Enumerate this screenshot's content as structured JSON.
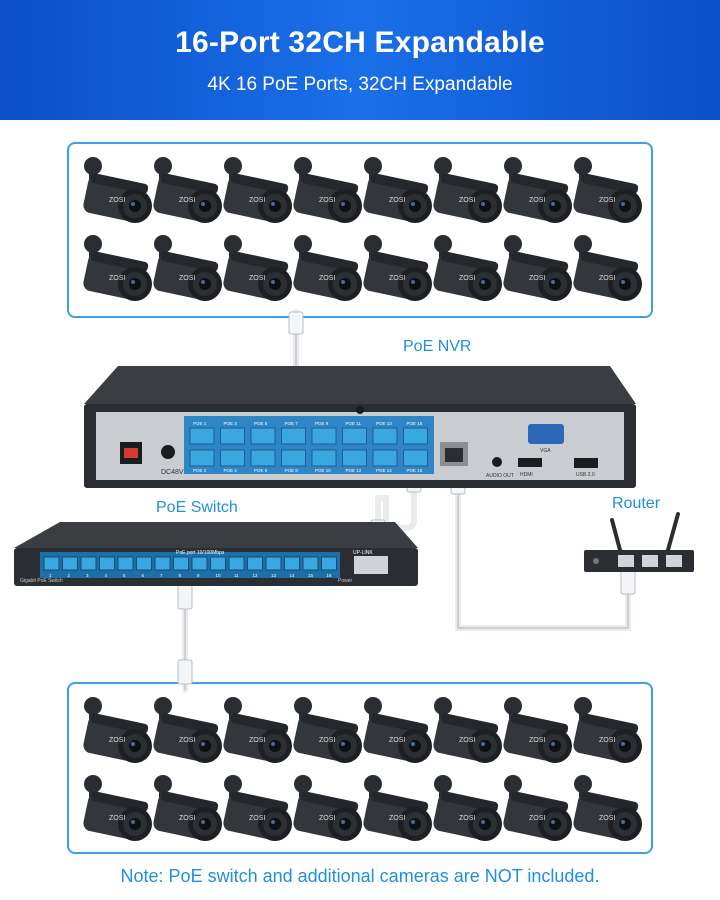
{
  "banner": {
    "title": "16-Port 32CH Expandable",
    "subtitle": "4K 16 PoE Ports, 32CH Expandable"
  },
  "colors": {
    "banner_blue": "#0a4fc9",
    "accent_blue": "#1f8fdf",
    "device_body": "#2a2d31",
    "port_blue": "#3aa7e0"
  },
  "camera_brand": "ZOSI",
  "nvr": {
    "label": "PoE NVR",
    "port_labels_top": [
      "POE 1",
      "POE 3",
      "POE 5",
      "POE 7",
      "POE 9",
      "POE 11",
      "POE 13",
      "POE 15"
    ],
    "port_labels_bottom": [
      "POE 2",
      "POE 4",
      "POE 6",
      "POE 8",
      "POE 10",
      "POE 12",
      "POE 14",
      "POE 16"
    ],
    "power_label": "DC48V",
    "vga_label": "VGA",
    "hdmi_label": "HDMI",
    "audio_label": "AUDIO OUT",
    "usb_label": "USB 2.0"
  },
  "switch": {
    "label": "PoE Switch",
    "caption": "PoE port 10/100Mbps",
    "uplink_label": "UP-LINK",
    "model_label": "Gigabit PoE Switch",
    "port_numbers": [
      "1",
      "2",
      "3",
      "4",
      "5",
      "6",
      "7",
      "8",
      "9",
      "10",
      "11",
      "12",
      "13",
      "14",
      "15",
      "16"
    ],
    "power_label": "Power"
  },
  "router": {
    "label": "Router"
  },
  "note": "Note: PoE switch and additional cameras are NOT included.",
  "icons": {
    "camera": "bullet-camera-icon",
    "ethernet": "rj45-connector-icon"
  }
}
